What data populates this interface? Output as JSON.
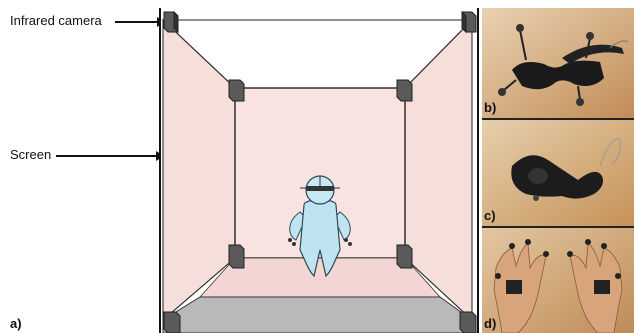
{
  "labels": {
    "infrared_camera": "Infrared camera",
    "screen": "Screen"
  },
  "panels": {
    "a": "a)",
    "b": "b)",
    "c": "c)",
    "d": "d)"
  },
  "icons": {
    "camera": "infrared-camera-icon",
    "figure": "user-figure-icon",
    "glasses": "tracked-glasses-icon",
    "controller": "joystick-controller-icon",
    "hands": "tracked-gloves-icon"
  },
  "colors": {
    "wall": "#f6dedb",
    "ceiling": "#ffffff",
    "floor": "#b9b9b9",
    "figure": "#bfe3f0",
    "photo_bg": "#c99a66"
  }
}
